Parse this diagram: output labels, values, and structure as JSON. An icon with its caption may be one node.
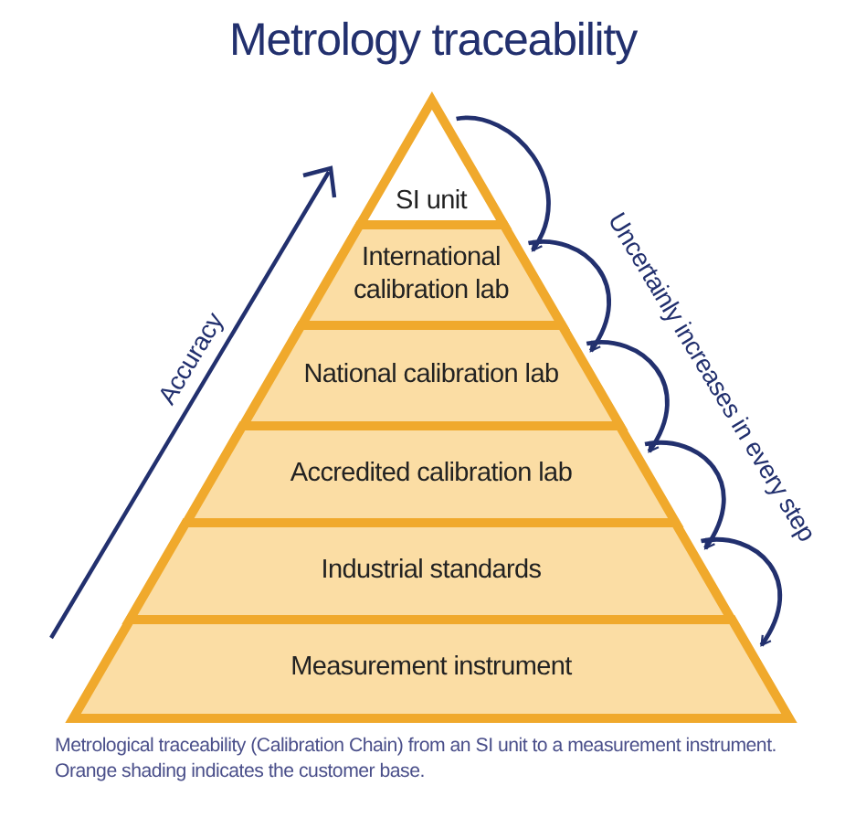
{
  "diagram": {
    "title": "Metrology traceability",
    "caption": "Metrological traceability (Calibration Chain) from an SI unit to a measurement instrument. Orange shading indicates the customer base.",
    "nodes": [
      {
        "text": [
          "SI unit"
        ]
      },
      {
        "text": [
          "International calibration lab"
        ]
      },
      {
        "text": [
          "National calibration lab"
        ]
      },
      {
        "text": [
          "Accredited calibration lab"
        ]
      },
      {
        "text": [
          "Industrial standards"
        ]
      },
      {
        "text": [
          "Measurement instrument"
        ]
      }
    ],
    "edges": [
      {
        "from": 0,
        "to": 1,
        "arrow": "to"
      },
      {
        "from": 1,
        "to": 2,
        "arrow": "to"
      },
      {
        "from": 2,
        "to": 3,
        "arrow": "to"
      },
      {
        "from": 3,
        "to": 4,
        "arrow": "to"
      },
      {
        "from": 4,
        "to": 5,
        "arrow": "to"
      }
    ],
    "labels": [
      "Accuracy",
      "Uncertainly increases in every step"
    ]
  }
}
